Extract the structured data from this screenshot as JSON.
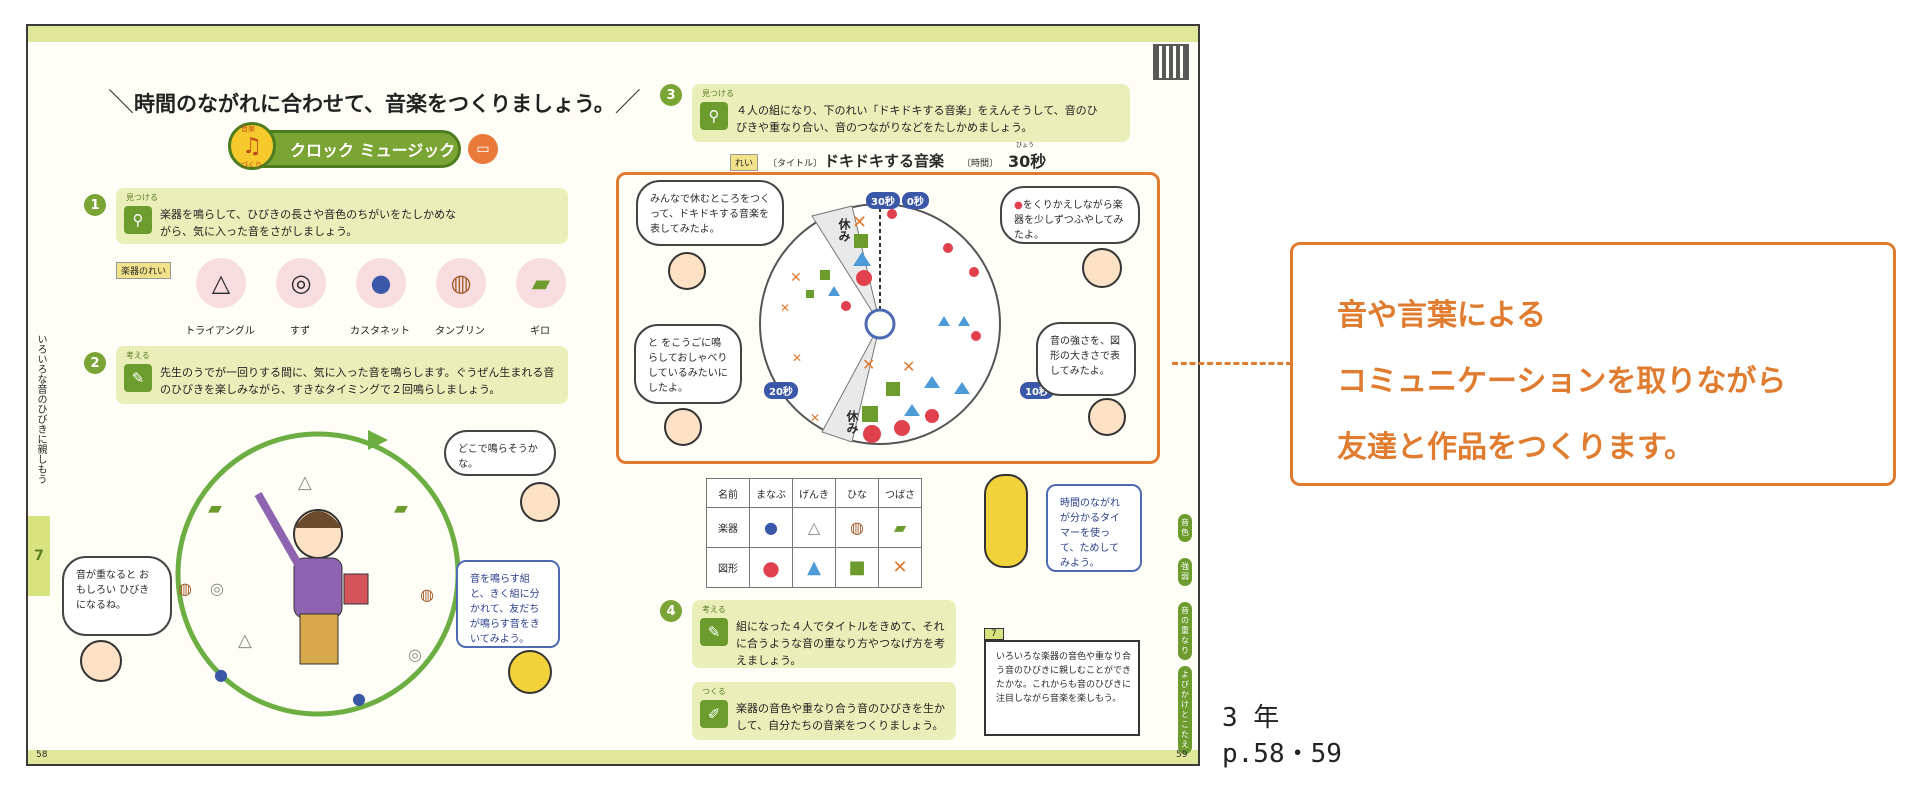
{
  "page": {
    "heading": "時間のながれに合わせて、音楽をつくりましょう。",
    "activity_tag_top": "音楽",
    "activity_tag_bottom": "づくり",
    "activity_title": "クロック ミュージック",
    "page_left": "58",
    "page_right": "59",
    "side_caption": "いろいろな音のひびきに親しもう",
    "side_tab": "7"
  },
  "step1": {
    "num": "1",
    "tag": "見つける",
    "text": "楽器を鳴らして、ひびきの長さや音色のちがいをたしかめながら、気に入った音をさがしましょう。"
  },
  "instruments": {
    "label": "楽器のれい",
    "items": [
      {
        "label": "トライアングル",
        "icon": "triangle-icon",
        "glyph": "△"
      },
      {
        "label": "すず",
        "icon": "bells-icon",
        "glyph": "◎"
      },
      {
        "label": "カスタネット",
        "icon": "castanets-icon",
        "glyph": "●"
      },
      {
        "label": "タンブリン",
        "icon": "tambourine-icon",
        "glyph": "◍"
      },
      {
        "label": "ギロ",
        "icon": "guiro-icon",
        "glyph": "▰"
      }
    ]
  },
  "step2": {
    "num": "2",
    "tag": "考える",
    "text": "先生のうでが一回りする間に、気に入った音を鳴らします。ぐうぜん生まれる音のひびきを楽しみながら、すきなタイミングで２回鳴らしましょう。"
  },
  "bubbles_left": {
    "where": "どこで鳴らそうかな。",
    "overlap": "音が重なると おもしろい ひびきになるね。",
    "group": "音を鳴らす組と、きく組に分かれて、友だちが鳴らす音をきいてみよう。"
  },
  "step3": {
    "num": "3",
    "tag": "見つける",
    "text": "４人の組になり、下のれい「ドキドキする音楽」をえんそうして、音のひびきや重なり合い、音のつながりなどをたしかめましょう。"
  },
  "example": {
    "chip": "れい",
    "title_label": "〔タイトル〕",
    "title": "ドキドキする音楽",
    "time_label": "〔時間〕",
    "time": "30秒",
    "ruby": "びょう"
  },
  "clock": {
    "label_30": "30秒",
    "label_0": "0秒",
    "label_10": "10秒",
    "label_20": "20秒",
    "rest": "休み"
  },
  "bubbles_clock": {
    "tl": "みんなで休むところをつくって、ドキドキする音楽を表してみたよ。",
    "tr": "をくりかえしながら楽器を少しずつふやしてみたよ。",
    "bl": "と をこうごに鳴らしておしゃべりしているみたいにしたよ。",
    "br": "音の強さを、図形の大きさで表してみたよ。"
  },
  "roles_table": {
    "header": [
      "名前",
      "まなぶ",
      "げんき",
      "ひな",
      "つばさ"
    ],
    "row_labels": [
      "楽器",
      "図形"
    ],
    "instrument_icons": [
      "castanets-icon",
      "triangle-icon",
      "tambourine-icon",
      "guiro-icon"
    ],
    "shapes": [
      "circle",
      "triangle",
      "square",
      "cross"
    ]
  },
  "mouse_note": "時間のながれが分かるタイマーを使って、ためしてみよう。",
  "step4": {
    "num": "4",
    "tag": "考える",
    "text": "組になった４人でタイトルをきめて、それに合うような音の重なり方やつなげ方を考えましょう。"
  },
  "step5": {
    "tag": "つくる",
    "text": "楽器の音色や重なり合う音のひびきを生かして、自分たちの音楽をつくりましょう。"
  },
  "signboard": {
    "num": "7",
    "text": "いろいろな楽器の音色や重なり合う音のひびきに親しむことができたかな。これからも音のひびきに注目しながら音楽を楽しもう。"
  },
  "right_tabs": [
    "音色",
    "強弱",
    "音の重なり",
    "よびかけとこたえ"
  ],
  "callout": {
    "line1": "音や言葉による",
    "line2": "コミュニケーションを取りながら",
    "line3": "友達と作品をつくります。"
  },
  "grade": {
    "line1": "3 年",
    "line2": "p.58・59"
  },
  "colors": {
    "green": "#7aa434",
    "orange": "#e07c30",
    "band": "#e1e79a",
    "red": "#e0414d",
    "blue": "#4c6bb3"
  }
}
